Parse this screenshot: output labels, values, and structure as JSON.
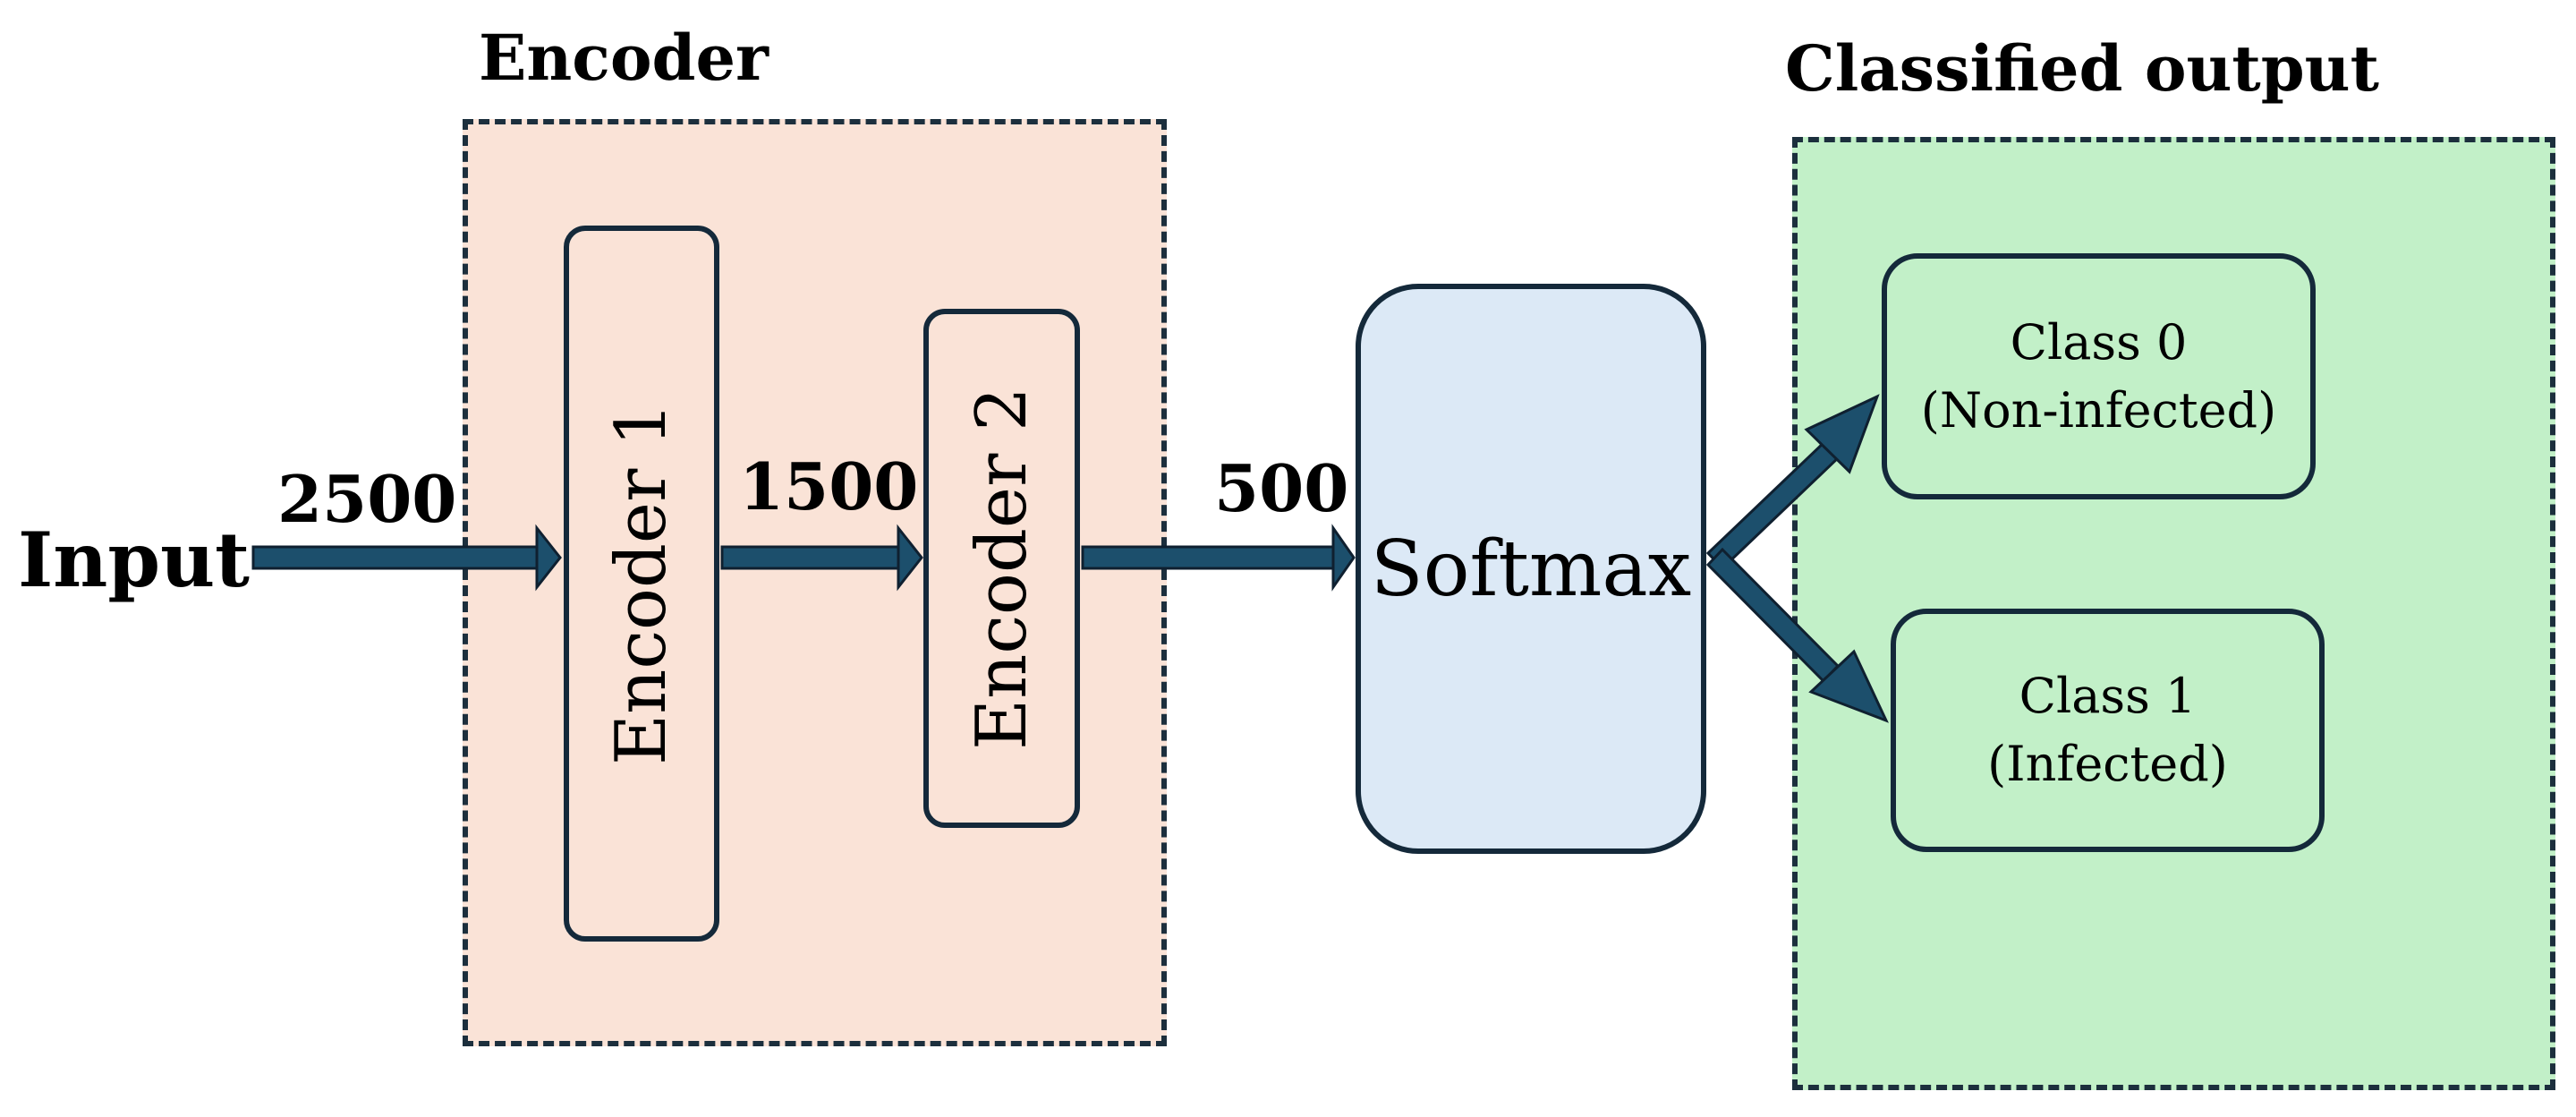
{
  "diagram": {
    "input_label": "Input",
    "encoder_group_title": "Encoder",
    "output_group_title": "Classified output",
    "flow_labels": {
      "input_size": "2500",
      "encoder1_output": "1500",
      "encoder2_output": "500"
    },
    "blocks": {
      "encoder1": "Encoder 1",
      "encoder2": "Encoder 2",
      "softmax": "Softmax"
    },
    "classes": [
      {
        "name": "Class 0",
        "description": "(Non-infected)"
      },
      {
        "name": "Class 1",
        "description": "(Infected)"
      }
    ]
  },
  "colors": {
    "encoder_group_fill": "#fae3d7",
    "output_group_fill": "#c2f0c8",
    "softmax_fill": "#dce9f6",
    "border": "#14293a",
    "arrow_fill": "#1c4f6c",
    "arrow_outline": "#0f2030"
  }
}
